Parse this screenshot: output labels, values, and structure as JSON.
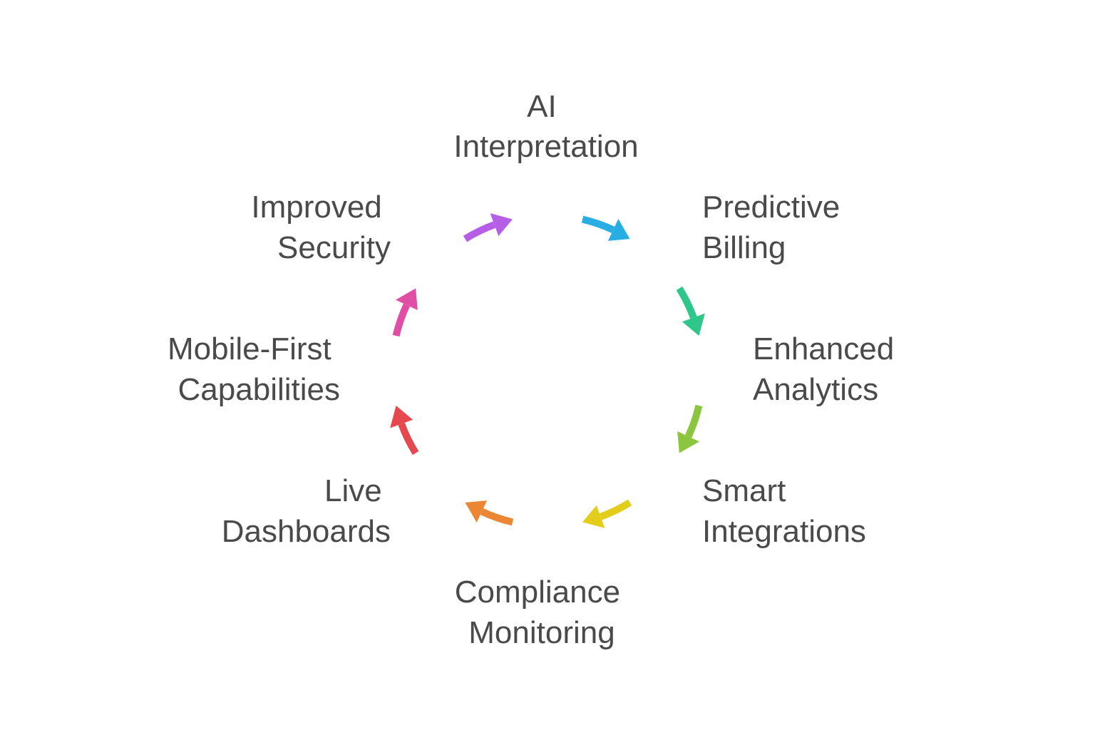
{
  "cycle": {
    "steps": [
      {
        "lines": [
          "AI",
          "Interpretation"
        ],
        "color": "#29aee3",
        "icon": "arrow-clockwise-icon"
      },
      {
        "lines": [
          "Predictive",
          "Billing"
        ],
        "color": "#2ec789",
        "icon": "arrow-clockwise-icon"
      },
      {
        "lines": [
          "Enhanced",
          "Analytics"
        ],
        "color": "#8cc63f",
        "icon": "arrow-clockwise-icon"
      },
      {
        "lines": [
          "Smart",
          "Integrations"
        ],
        "color": "#e2cd1b",
        "icon": "arrow-clockwise-icon"
      },
      {
        "lines": [
          "Compliance",
          "Monitoring"
        ],
        "color": "#eb8733",
        "icon": "arrow-clockwise-icon"
      },
      {
        "lines": [
          "Live",
          "Dashboards"
        ],
        "color": "#e5484f",
        "icon": "arrow-clockwise-icon"
      },
      {
        "lines": [
          "Mobile-First",
          "Capabilities"
        ],
        "color": "#e04ea6",
        "icon": "arrow-clockwise-icon"
      },
      {
        "lines": [
          "Improved",
          "Security"
        ],
        "color": "#b65ee6",
        "icon": "arrow-clockwise-icon"
      }
    ]
  }
}
